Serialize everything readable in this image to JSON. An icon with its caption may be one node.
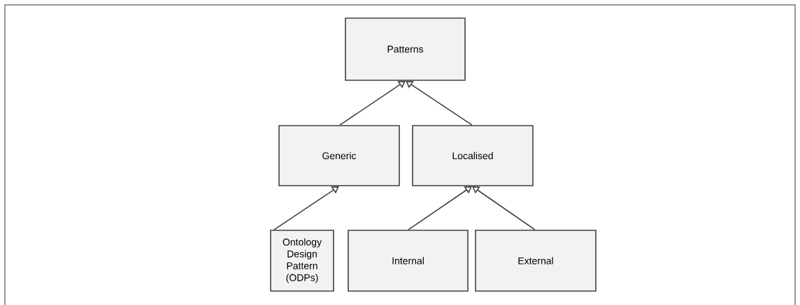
{
  "diagram": {
    "nodes": [
      {
        "text": [
          "Patterns"
        ]
      },
      {
        "text": [
          "Generic"
        ]
      },
      {
        "text": [
          "Localised"
        ]
      },
      {
        "text": [
          "Ontology Design Pattern (ODPs)"
        ]
      },
      {
        "text": [
          "Internal"
        ]
      },
      {
        "text": [
          "External"
        ]
      }
    ],
    "edges": [
      {
        "from": 1,
        "to": 0,
        "arrow": "to"
      },
      {
        "from": 2,
        "to": 0,
        "arrow": "to"
      },
      {
        "from": 3,
        "to": 1,
        "arrow": "to"
      },
      {
        "from": 4,
        "to": 2,
        "arrow": "to"
      },
      {
        "from": 5,
        "to": 2,
        "arrow": "to"
      }
    ]
  }
}
